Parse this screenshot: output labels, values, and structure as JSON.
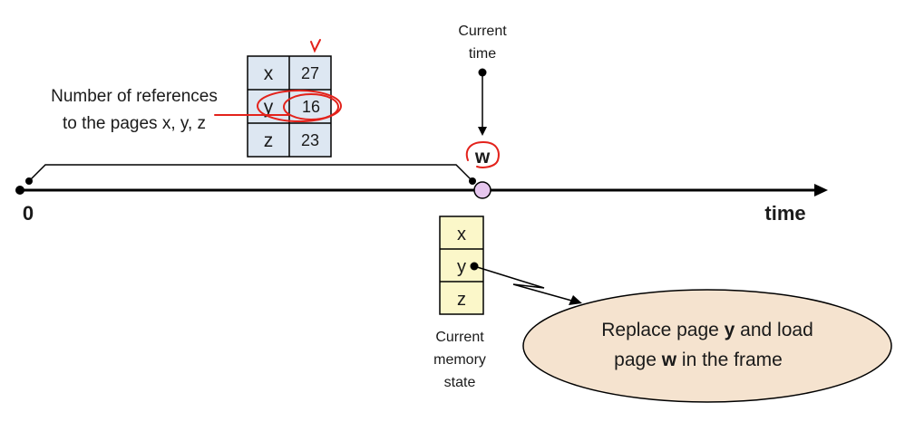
{
  "colors": {
    "ref_table_fill": "#dde7f2",
    "memory_fill": "#fbf7c9",
    "bubble_fill": "#f5e3cf",
    "current_marker_fill": "#e6c6ee",
    "annotation_red": "#e3221b",
    "line": "#000000"
  },
  "reference_label": {
    "line1": "Number of references",
    "line2": "to the pages x, y, z"
  },
  "reference_table": {
    "rows": [
      {
        "page": "x",
        "count": "27"
      },
      {
        "page": "y",
        "count": "16"
      },
      {
        "page": "z",
        "count": "23"
      }
    ]
  },
  "current_time": {
    "line1": "Current",
    "line2": "time",
    "page": "w"
  },
  "axis": {
    "origin": "0",
    "label": "time"
  },
  "memory": {
    "frames": [
      "x",
      "y",
      "z"
    ],
    "caption": {
      "line1": "Current",
      "line2": "memory",
      "line3": "state"
    }
  },
  "bubble": {
    "line1_prefix": "Replace page ",
    "line1_page": "y",
    "line1_suffix": " and load",
    "line2_prefix": "page ",
    "line2_page": "w",
    "line2_suffix": " in the frame"
  }
}
